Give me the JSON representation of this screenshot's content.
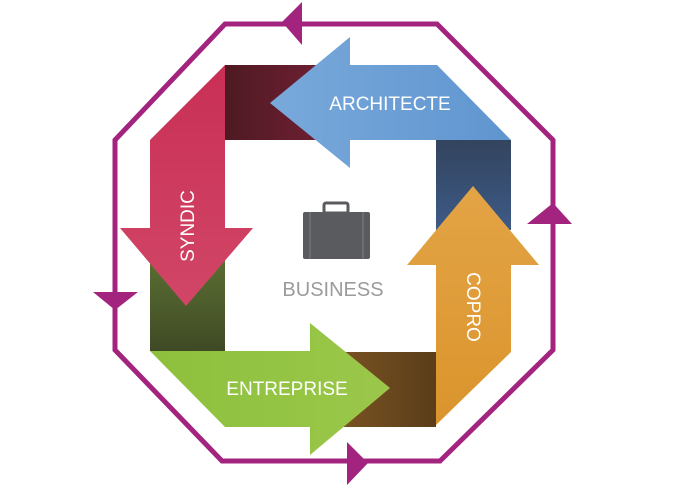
{
  "diagram": {
    "center_label": "BUSINESS",
    "center_icon": "briefcase-icon",
    "steps": [
      {
        "label": "ARCHITECTE",
        "color": "#6a9fd6",
        "direction": "left"
      },
      {
        "label": "SYNDIC",
        "color": "#cc3a5e",
        "direction": "down"
      },
      {
        "label": "ENTREPRISE",
        "color": "#8cbf3f",
        "direction": "right"
      },
      {
        "label": "COPRO",
        "color": "#e09c38",
        "direction": "up"
      }
    ],
    "cycle_color": "#a3247f",
    "cycle_direction": "counter-clockwise"
  }
}
